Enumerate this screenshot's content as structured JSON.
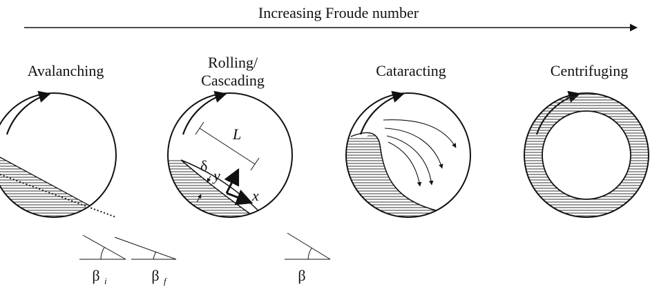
{
  "header": {
    "title": "Increasing Froude number"
  },
  "regimes": {
    "avalanching": {
      "title": "Avalanching",
      "symbol_beta": "β",
      "sub_initial": "i",
      "sub_final": "f"
    },
    "rolling": {
      "title_line1": "Rolling/",
      "title_line2": "Cascading",
      "symbol_L": "L",
      "symbol_delta": "δ",
      "symbol_y": "y",
      "symbol_x": "x",
      "symbol_beta": "β"
    },
    "cataracting": {
      "title": "Cataracting"
    },
    "centrifuging": {
      "title": "Centrifuging"
    }
  },
  "colors": {
    "ink": "#111111",
    "hatch": "#333333",
    "background": "#ffffff"
  }
}
